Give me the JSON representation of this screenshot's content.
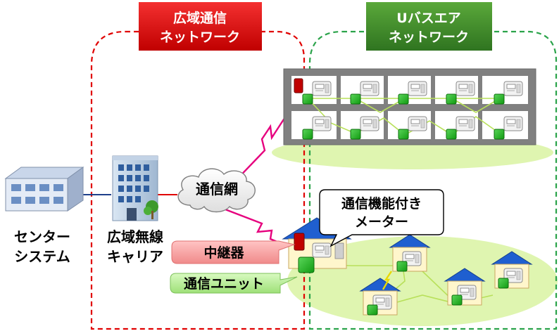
{
  "headers": {
    "wide_area_line1": "広域通信",
    "wide_area_line2": "ネットワーク",
    "u_bus_line1": "Uバスエア",
    "u_bus_line2": "ネットワーク"
  },
  "nodes": {
    "center_system_line1": "センター",
    "center_system_line2": "システム",
    "carrier_line1": "広域無線",
    "carrier_line2": "キャリア",
    "comm_network": "通信網",
    "repeater": "中継器",
    "comm_unit": "通信ユニット",
    "meter_callout_line1": "通信機能付き",
    "meter_callout_line2": "メーター"
  },
  "colors": {
    "wide_area_accent": "#e00000",
    "u_bus_accent": "#2e8b2e",
    "header_red": "#d40000",
    "header_green": "#3f8a2a",
    "unit_green": "#22b022",
    "ground_green": "#dff5b0",
    "link_magenta": "#e6007e",
    "house_roof": "#1f5fd0",
    "building_gray": "#7f7f7f"
  }
}
